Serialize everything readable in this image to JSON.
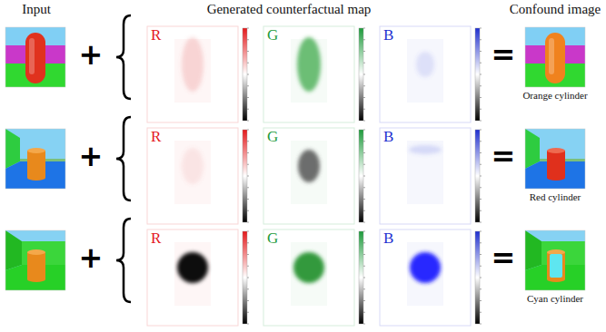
{
  "diagram": {
    "labels": [
      "Input",
      "Generated counterfactual map",
      "Confound image",
      "+",
      "R",
      "G",
      "B",
      "=",
      "Orange cylinder",
      "+",
      "R",
      "G",
      "B",
      "=",
      "Red cylinder",
      "+",
      "R",
      "G",
      "B",
      "=",
      "Cyan cylinder"
    ]
  }
}
